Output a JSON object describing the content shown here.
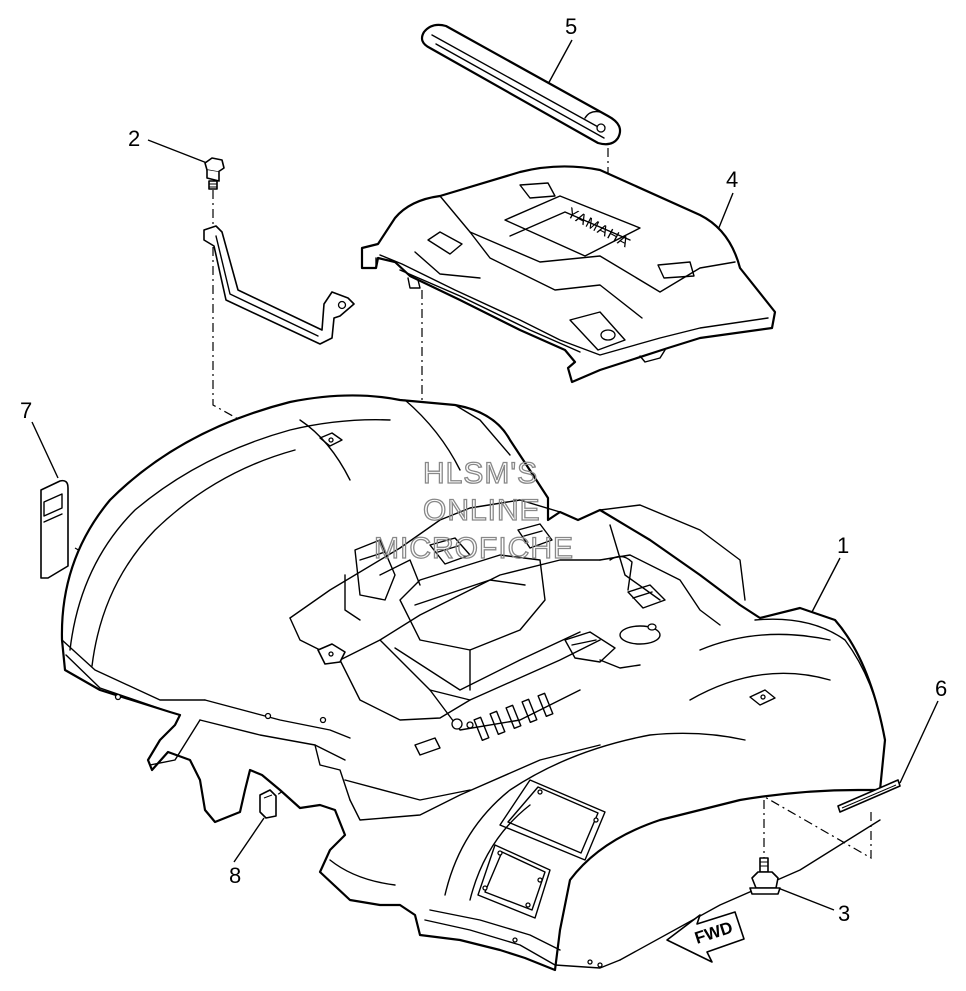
{
  "callouts": [
    {
      "id": "1",
      "part": "rear fender"
    },
    {
      "id": "2",
      "part": "bolt"
    },
    {
      "id": "3",
      "part": "bolt"
    },
    {
      "id": "4",
      "part": "rear carrier cover"
    },
    {
      "id": "5",
      "part": "carrier rail"
    },
    {
      "id": "6",
      "part": "label"
    },
    {
      "id": "7",
      "part": "reflector"
    },
    {
      "id": "8",
      "part": "clip"
    }
  ],
  "carrier_logo": "YAMAHA",
  "direction_arrow": "FWD",
  "watermark": [
    "HLSM'S",
    "ONLINE",
    "MICROFICHE"
  ],
  "colors": {
    "line": "#000000",
    "background": "#ffffff",
    "watermark": "#888888"
  }
}
